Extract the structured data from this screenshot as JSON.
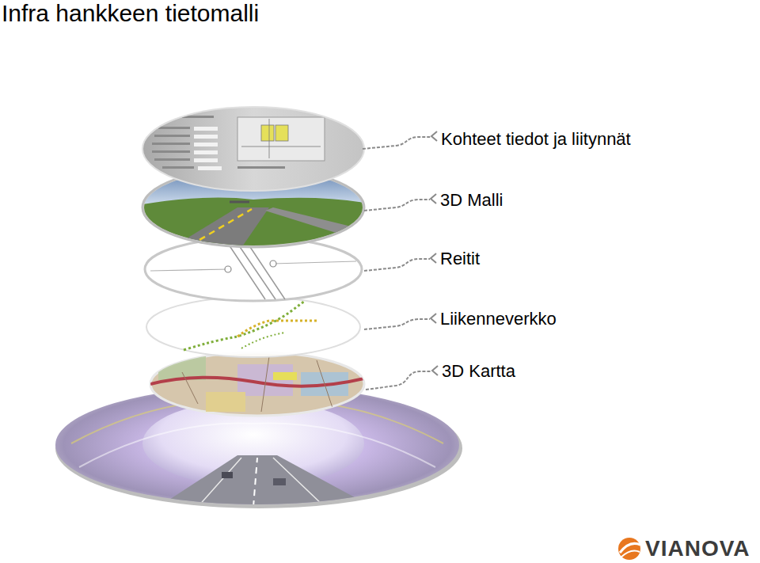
{
  "diagram": {
    "title": "Infra hankkeen tietomalli",
    "labels": [
      "Kohteet tiedot ja liitynnät",
      "3D Malli",
      "Reitit",
      "Liikenneverkko",
      "3D Kartta",
      "VIANOVA"
    ]
  }
}
